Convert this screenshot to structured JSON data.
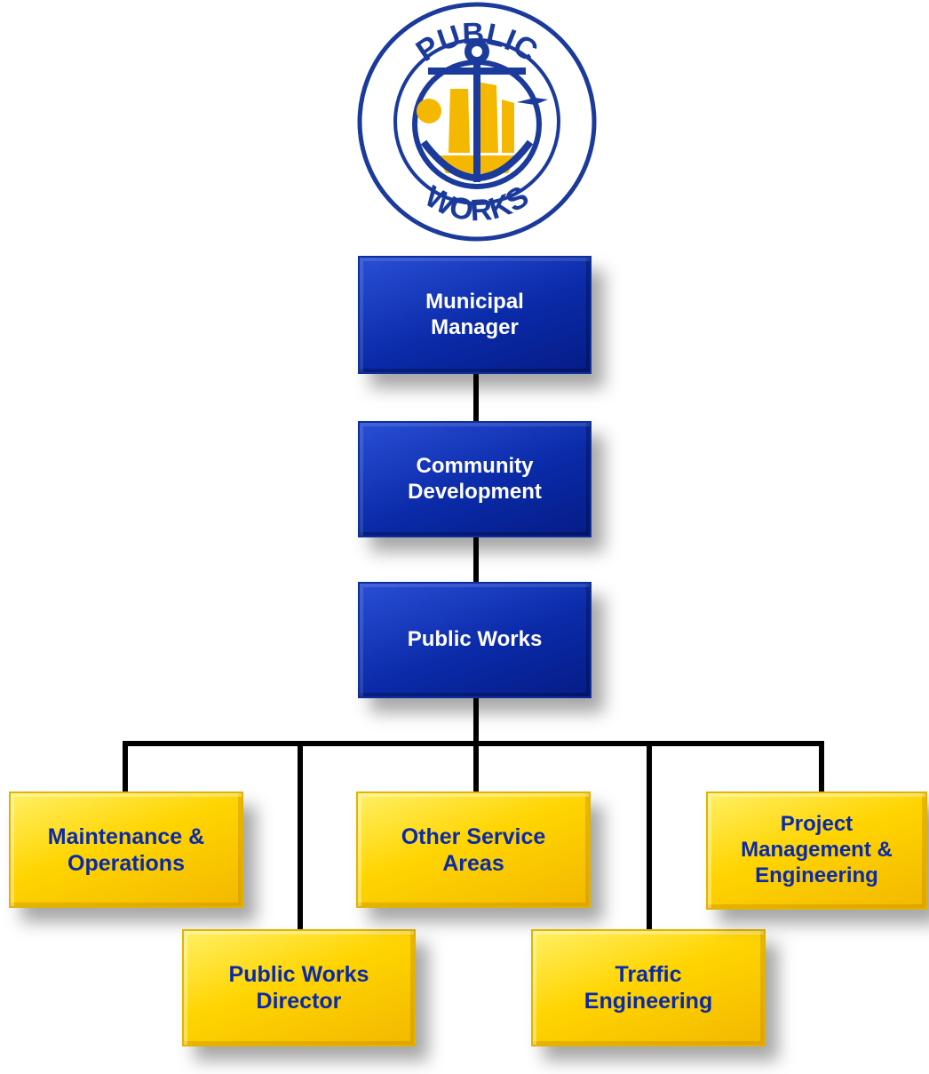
{
  "logo": {
    "top_text": "PUBLIC",
    "bottom_text": "WORKS",
    "colors": {
      "ring": "#1a3a9c",
      "emblem": "#1a3a9c",
      "ship": "#f5b800"
    }
  },
  "org_chart": {
    "top": [
      {
        "id": "municipal-manager",
        "label": "Municipal\nManager"
      },
      {
        "id": "community-development",
        "label": "Community\nDevelopment"
      },
      {
        "id": "public-works",
        "label": "Public Works"
      }
    ],
    "divisions": [
      {
        "id": "maintenance-operations",
        "label": "Maintenance &\nOperations"
      },
      {
        "id": "public-works-director",
        "label": "Public Works\nDirector"
      },
      {
        "id": "other-service-areas",
        "label": "Other Service\nAreas"
      },
      {
        "id": "traffic-engineering",
        "label": "Traffic\nEngineering"
      },
      {
        "id": "project-management-engineering",
        "label": "Project\nManagement &\nEngineering"
      }
    ]
  },
  "colors": {
    "top_box": "#0a2aa8",
    "division_box": "#ffd400",
    "division_text": "#0a2aa8",
    "connector": "#000000"
  }
}
